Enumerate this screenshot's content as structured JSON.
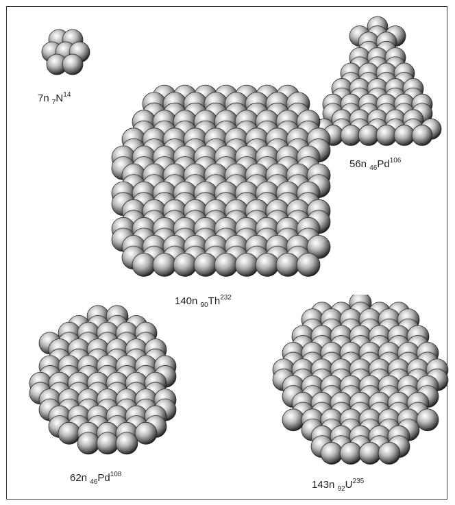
{
  "ball_colors": {
    "highlight": "#ffffff",
    "mid": "#b8b8b8",
    "shade": "#5a5a5a",
    "dark": "#1a1a1a"
  },
  "clusters": [
    {
      "id": "n14",
      "count": "7n",
      "z": "7",
      "symbol": "N",
      "a": "14"
    },
    {
      "id": "pd106",
      "count": "56n",
      "z": "46",
      "symbol": "Pd",
      "a": "106"
    },
    {
      "id": "th232",
      "count": "140n",
      "z": "90",
      "symbol": "Th",
      "a": "232"
    },
    {
      "id": "pd108",
      "count": "62n",
      "z": "46",
      "symbol": "Pd",
      "a": "108"
    },
    {
      "id": "u235",
      "count": "143n",
      "z": "92",
      "symbol": "U",
      "a": "235"
    }
  ]
}
